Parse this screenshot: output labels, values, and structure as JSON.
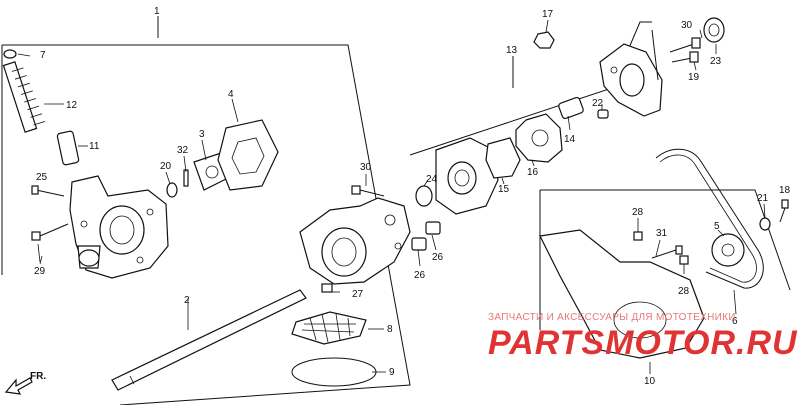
{
  "callouts": [
    {
      "id": "c1",
      "label": "1"
    },
    {
      "id": "c2",
      "label": "2"
    },
    {
      "id": "c3",
      "label": "3"
    },
    {
      "id": "c4",
      "label": "4"
    },
    {
      "id": "c5",
      "label": "5"
    },
    {
      "id": "c6",
      "label": "6"
    },
    {
      "id": "c7",
      "label": "7"
    },
    {
      "id": "c8",
      "label": "8"
    },
    {
      "id": "c9",
      "label": "9"
    },
    {
      "id": "c10",
      "label": "10"
    },
    {
      "id": "c11",
      "label": "11"
    },
    {
      "id": "c12",
      "label": "12"
    },
    {
      "id": "c13",
      "label": "13"
    },
    {
      "id": "c14",
      "label": "14"
    },
    {
      "id": "c15",
      "label": "15"
    },
    {
      "id": "c16",
      "label": "16"
    },
    {
      "id": "c17",
      "label": "17"
    },
    {
      "id": "c18",
      "label": "18"
    },
    {
      "id": "c19",
      "label": "19"
    },
    {
      "id": "c20",
      "label": "20"
    },
    {
      "id": "c21",
      "label": "21"
    },
    {
      "id": "c22",
      "label": "22"
    },
    {
      "id": "c23",
      "label": "23"
    },
    {
      "id": "c24",
      "label": "24"
    },
    {
      "id": "c25",
      "label": "25"
    },
    {
      "id": "c26a",
      "label": "26"
    },
    {
      "id": "c26b",
      "label": "26"
    },
    {
      "id": "c27",
      "label": "27"
    },
    {
      "id": "c28a",
      "label": "28"
    },
    {
      "id": "c28b",
      "label": "28"
    },
    {
      "id": "c29",
      "label": "29"
    },
    {
      "id": "c30a",
      "label": "30"
    },
    {
      "id": "c30b",
      "label": "30"
    },
    {
      "id": "c31",
      "label": "31"
    },
    {
      "id": "c32",
      "label": "32"
    }
  ],
  "direction": {
    "label": "FR."
  },
  "watermark": {
    "tagline": "ЗАПЧАСТИ И АКСЕССУАРЫ ДЛЯ МОТОТЕХНИКИ",
    "logo": "PARTSMOTOR.RU"
  }
}
